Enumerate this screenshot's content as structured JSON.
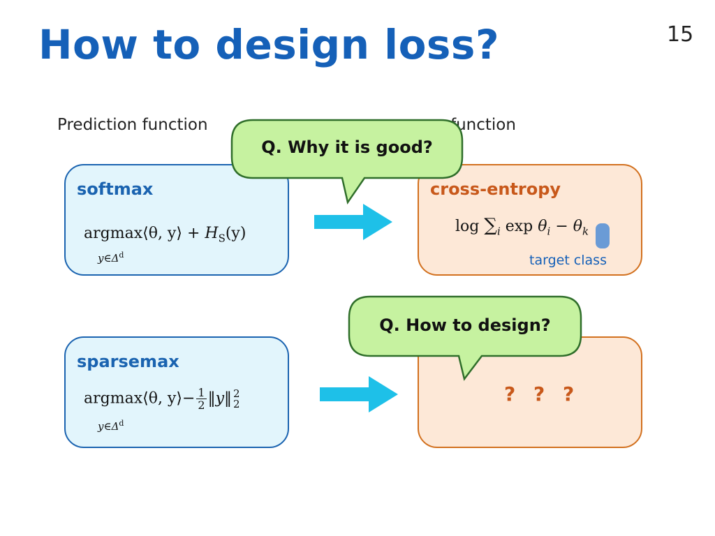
{
  "slide": {
    "title": "How to design loss?",
    "page_number": "15",
    "subtitle_left": "Prediction function",
    "subtitle_right": "function"
  },
  "softmax": {
    "label": "softmax",
    "formula_argmax": "argmax",
    "formula_theta_y": "⟨θ, y⟩",
    "formula_plus": "+",
    "formula_H": "H",
    "formula_S": "S",
    "formula_y": "(y)",
    "formula_under": "y∈Δ",
    "formula_under_sup": "d"
  },
  "cross_entropy": {
    "label": "cross-entropy",
    "formula_log": "log",
    "formula_sum": "∑",
    "formula_sum_sub": "i",
    "formula_exp": "exp",
    "formula_theta_i": "θ",
    "formula_theta_i_sub": "i",
    "formula_minus": "−",
    "formula_theta_k": "θ",
    "formula_theta_k_sub": "k",
    "target_label": "target class"
  },
  "sparsemax": {
    "label": "sparsemax",
    "formula_argmax": "argmax",
    "formula_theta_y": "⟨θ, y⟩",
    "formula_minus": "−",
    "frac_num": "1",
    "frac_den": "2",
    "formula_norm": "‖y‖",
    "norm_sup": "2",
    "norm_sub": "2",
    "formula_under": "y∈Δ",
    "formula_under_sup": "d"
  },
  "unknown": {
    "text": "? ? ?"
  },
  "bubbles": {
    "top": "Q. Why it is good?",
    "bottom": "Q. How to design?"
  },
  "colors": {
    "title": "#1560b8",
    "blue_box_fill": "#e2f5fc",
    "blue_box_border": "#1a63b0",
    "orange_box_fill": "#fde8d7",
    "orange_box_border": "#d2701e",
    "bubble_fill": "#c6f2a0",
    "bubble_border": "#2f6e2a",
    "arrow": "#1ec0e8"
  }
}
